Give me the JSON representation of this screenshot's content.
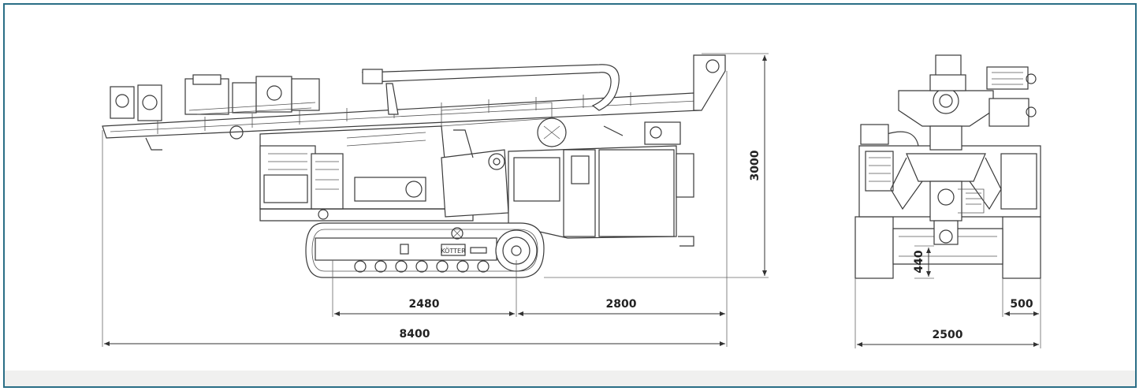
{
  "colors": {
    "frame": "#2a6e86",
    "line": "#3a3a3a",
    "band": "#f0f0ef"
  },
  "dimensions": {
    "side_track_wheelbase": "2480",
    "side_rear_overhang": "2800",
    "side_overall_length": "8400",
    "side_overall_height": "3000",
    "front_ground_clearance": "440",
    "front_track_width": "500",
    "front_overall_width": "2500"
  },
  "labels": {
    "track_brand": "KÖTTER"
  }
}
